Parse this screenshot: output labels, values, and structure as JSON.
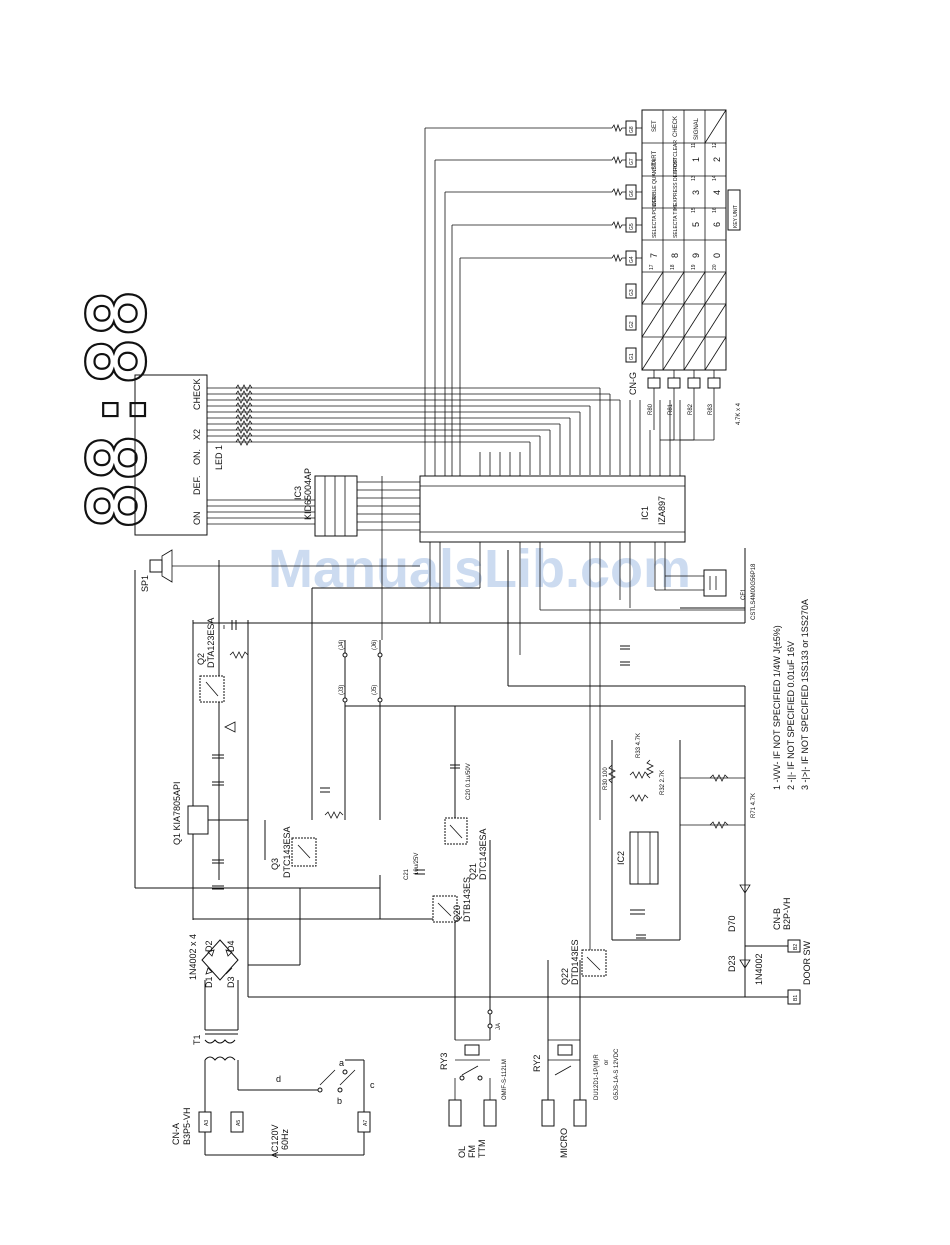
{
  "watermark": "ManualsLib.com",
  "labels": {
    "cn_a": "CN-A",
    "cn_a_part": "B3P5-VH",
    "a3": "A3",
    "a5": "A5",
    "a7": "A7",
    "ac": "AC120V",
    "hz": "60Hz",
    "t1": "T1",
    "sw_a": "a",
    "sw_b": "b",
    "sw_c": "c",
    "sw_d": "d",
    "diodes": "1N4002 x 4",
    "d1": "D1",
    "d2": "D2",
    "d3": "D3",
    "d4": "D4",
    "q1": "Q1  KIA7805API",
    "q2": "Q2",
    "q2_part": "DTA123ESA",
    "q3": "Q3",
    "q3_part": "DTC143ESA",
    "sp1": "SP1",
    "led1": "LED 1",
    "led_digits": "88:88",
    "led_on": "ON",
    "led_def": "DEF.",
    "led_on2": "ON.",
    "led_x2": "X2",
    "led_check": "CHECK",
    "ic3": "IC3",
    "ic3_part": "KID65004AP",
    "ic1": "IC1",
    "ic1_part": "IZA897",
    "ic2": "IC2",
    "cf1": "CF1",
    "cf1_part": "CSTLS4M00G56P18",
    "j3": "(J3)",
    "j4": "(J4)",
    "j5": "(J5)",
    "j6": "(J6)",
    "c20": "C20 0.1u/50V",
    "c21": "C21",
    "c21_val": "10u/25V",
    "q20": "Q20",
    "q20_part": "DTB143ES",
    "q21": "Q21",
    "q21_part": "DTC143ESA",
    "q22": "Q22",
    "q22_part": "DTD143ES",
    "r30": "R30  100",
    "r33": "R33 4.7K",
    "r32": "R32  2.7K",
    "r71": "R71 4.7K",
    "d70": "D70",
    "d23": "D23",
    "d23_part": "1N4002",
    "cn_b": "CN-B",
    "cn_b_part": "B2P-VH",
    "b1": "B1",
    "b2": "B2",
    "door": "DOOR SW",
    "ry3": "RY3",
    "ry3_part": "OMIF-S-112LM",
    "ja": "JA",
    "ry2": "RY2",
    "ry2_part": "DU12D1-1P(M)R",
    "or": "or",
    "ry2_alt": "G5JS-1A-S 12VDC",
    "ol": "OL",
    "fm": "FM",
    "ttm": "TTM",
    "micro": "MICRO",
    "cn_g": "CN-G",
    "r80": "R80",
    "r81": "R81",
    "r82": "R82",
    "r83": "R83",
    "r_array": "4.7K x 4",
    "note1": "1 -\\/\\/\\/-  IF NOT SPECIFIED 1/4W J(±5%)",
    "note2": "2 -||-  IF NOT SPECIFIED 0.01uF 16V",
    "note3": "3 -|>|-  IF NOT SPECIFIED 1SS133 or 1SS270A",
    "key_unit": "KEY UNIT"
  },
  "keys": [
    [
      "SET",
      "CHECK",
      "SIGNAL"
    ],
    [
      "START",
      "STOP/ CLEAR"
    ],
    [
      "DOUBLE QUANTITY",
      "EXPRESS DEFROST"
    ],
    [
      "SELECTA POWER",
      "SELECTA TIME"
    ]
  ],
  "key_digits": [
    [
      "11",
      "1"
    ],
    [
      "12",
      "2"
    ],
    [
      "13",
      "3"
    ],
    [
      "14",
      "4"
    ],
    [
      "15",
      "5"
    ],
    [
      "16",
      "6"
    ],
    [
      "17",
      "7"
    ],
    [
      "18",
      "8"
    ],
    [
      "19",
      "9"
    ],
    [
      "20",
      "0"
    ]
  ],
  "connector_pins": [
    "G8",
    "G7",
    "G6",
    "G5",
    "G4",
    "G3",
    "G2",
    "G1"
  ]
}
